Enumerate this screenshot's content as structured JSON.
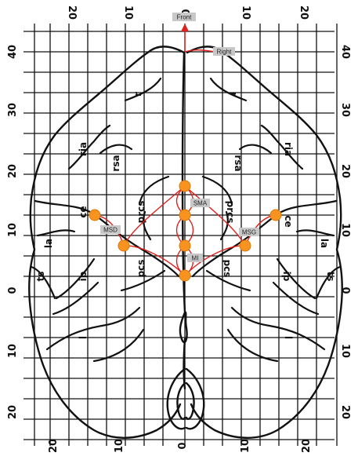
{
  "orientation": {
    "front_label": "Front",
    "right_label": "Right"
  },
  "grid_axes": {
    "top_ticks": [
      "20",
      "10",
      "0",
      "10",
      "20"
    ],
    "bottom_ticks": [
      "20",
      "10",
      "0",
      "10",
      "20"
    ],
    "side_ticks": [
      "40",
      "30",
      "20",
      "10",
      "0",
      "10",
      "20"
    ]
  },
  "sulci": {
    "left": {
      "r": "r",
      "ria": "ria",
      "rsa": "rsa",
      "ce": "ce",
      "prcs": "prcs",
      "la": "la",
      "ts": "ts",
      "ip": "ip",
      "pcs": "pcs",
      "l": "l"
    },
    "right": {
      "r": "r",
      "ria": "ria",
      "rsa": "rsa",
      "ce": "ce",
      "prcs": "prcs",
      "la": "la",
      "ts": "ts",
      "ip": "ip",
      "pcs": "pcs",
      "l": "l"
    }
  },
  "regions": {
    "sma": "SMA",
    "msd": "MSD",
    "msg": "MSG",
    "mi": "MI"
  },
  "colors": {
    "electrode": "#f7931e",
    "connection": "#e0201c",
    "line": "#111111",
    "grid": "#111111",
    "tag_fill": "#c8c8c8"
  }
}
